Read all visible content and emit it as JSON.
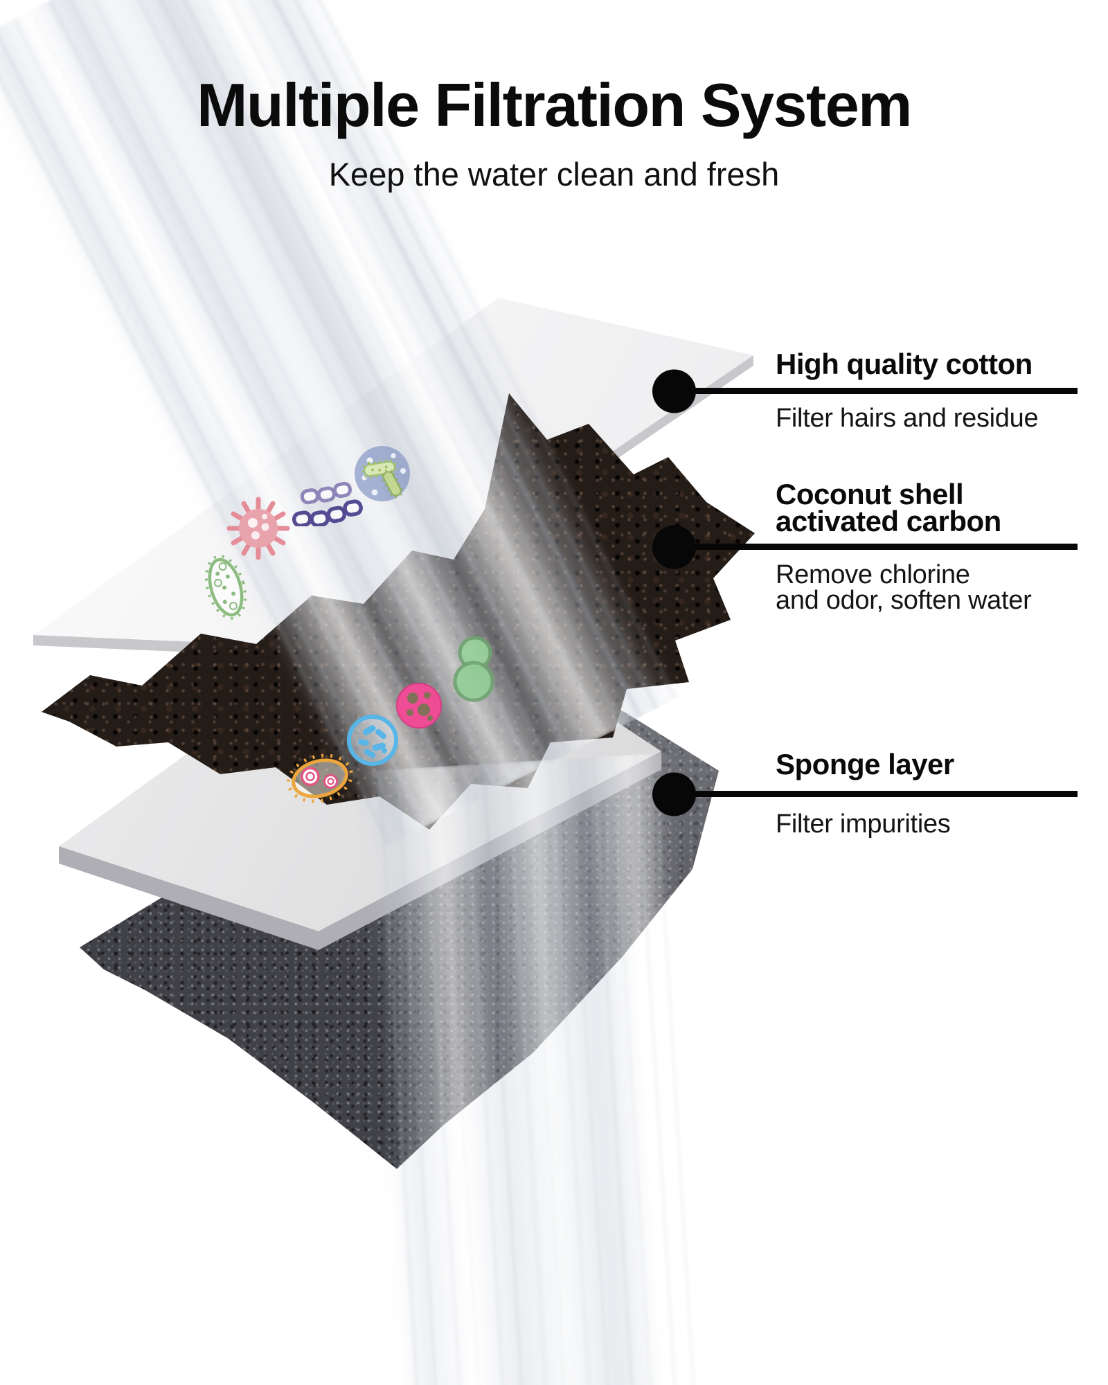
{
  "header": {
    "title": "Multiple Filtration System",
    "subtitle": "Keep the water clean and fresh"
  },
  "callouts": [
    {
      "id": "cotton",
      "title_lines": [
        "High quality cotton"
      ],
      "desc_lines": [
        "Filter hairs and residue"
      ]
    },
    {
      "id": "carbon",
      "title_lines": [
        "Coconut shell",
        "activated carbon"
      ],
      "desc_lines": [
        "Remove chlorine",
        "and odor, soften water"
      ]
    },
    {
      "id": "sponge",
      "title_lines": [
        "Sponge layer"
      ],
      "desc_lines": [
        "Filter impurities"
      ]
    }
  ],
  "diagram": {
    "layers": [
      {
        "name": "cotton-sheet",
        "color": "#f0f0f2"
      },
      {
        "name": "activated-carbon",
        "color": "#241c17"
      },
      {
        "name": "support-sheet",
        "color": "#dededf"
      },
      {
        "name": "sponge",
        "color": "#404147"
      }
    ],
    "water_color": "#dfe3ea",
    "line_color": "#070707",
    "microbes": [
      {
        "name": "bacteria-colony-icon",
        "color": "#8294c4"
      },
      {
        "name": "chain-bacteria-icon",
        "color": "#5a5096"
      },
      {
        "name": "virus-icon",
        "color": "#e9a3ad"
      },
      {
        "name": "capsule-bacteria-icon",
        "color": "#8cbc80"
      },
      {
        "name": "yeast-cells-icon",
        "color": "#93cf96"
      },
      {
        "name": "microbe-cell-icon",
        "color": "#ee4d96"
      },
      {
        "name": "germs-icon",
        "color": "#57b5e8"
      },
      {
        "name": "protozoa-icon",
        "color": "#eca63c"
      }
    ]
  }
}
